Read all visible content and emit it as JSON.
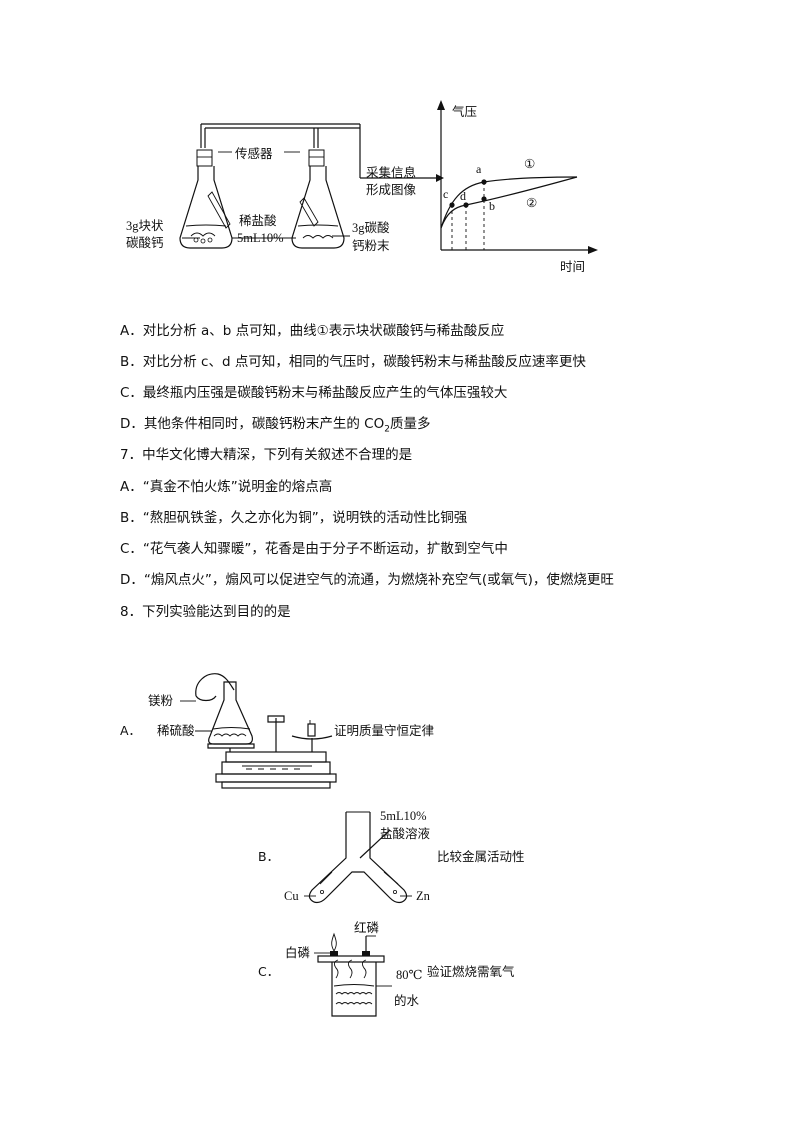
{
  "figure_top": {
    "sensor_label": "传感器",
    "left_flask": {
      "line1": "3g块状",
      "line2": "碳酸钙"
    },
    "acid_label": {
      "line1": "稀盐酸",
      "line2": "5mL10%"
    },
    "right_flask": {
      "line1": "3g碳酸",
      "line2": "钙粉末"
    },
    "collect_label": {
      "line1": "采集信息",
      "line2": "形成图像"
    },
    "graph": {
      "y_axis_label": "气压",
      "x_axis_label": "时间",
      "point_a": "a",
      "point_b": "b",
      "point_c": "c",
      "point_d": "d",
      "curve1_label": "①",
      "curve2_label": "②"
    }
  },
  "q6_options": {
    "A": "A．对比分析 a、b 点可知，曲线①表示块状碳酸钙与稀盐酸反应",
    "B": "B．对比分析 c、d 点可知，相同的气压时，碳酸钙粉末与稀盐酸反应速率更快",
    "C": "C．最终瓶内压强是碳酸钙粉末与稀盐酸反应产生的气体压强较大",
    "D_before": "D．其他条件相同时，碳酸钙粉末产生的 CO",
    "D_sub": "2",
    "D_after": "质量多"
  },
  "q7": {
    "stem": "7．中华文化博大精深，下列有关叙述不合理的是",
    "A": "A．“真金不怕火炼”说明金的熔点高",
    "B": "B．“熬胆矾铁釜，久之亦化为铜”，说明铁的活动性比铜强",
    "C": "C．“花气袭人知骤暖”，花香是由于分子不断运动，扩散到空气中",
    "D": "D．“煽风点火”，煽风可以促进空气的流通，为燃烧补充空气(或氧气)，使燃烧更旺"
  },
  "q8": {
    "stem": "8．下列实验能达到目的的是",
    "A": {
      "letter": "A．",
      "mg_label": "镁粉",
      "acid_label": "稀硫酸",
      "purpose": "证明质量守恒定律"
    },
    "B": {
      "letter": "B．",
      "acid_line1": "5mL10%",
      "acid_line2": "盐酸溶液",
      "left_metal": "Cu",
      "right_metal": "Zn",
      "purpose": "比较金属活动性"
    },
    "C": {
      "letter": "C．",
      "white_p": "白磷",
      "red_p": "红磷",
      "water_line1": "80℃",
      "water_line2": "的水",
      "purpose": "验证燃烧需氧气"
    }
  }
}
